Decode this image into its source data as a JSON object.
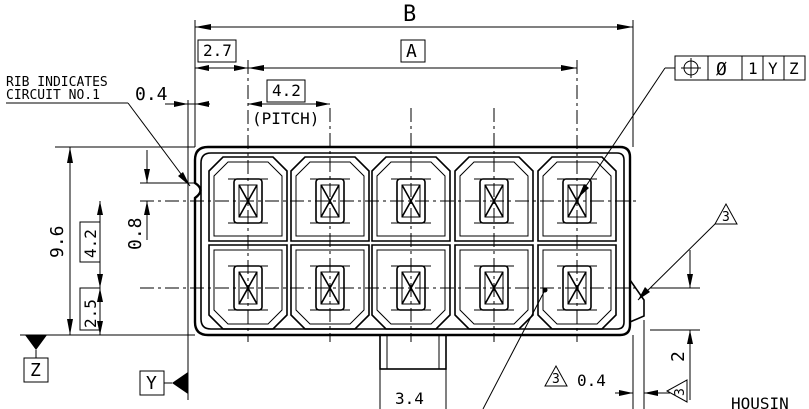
{
  "dimensions": {
    "overall_width": "B",
    "cavity_span": "A",
    "first_cavity_offset": "2.7",
    "pitch_value": "4.2",
    "pitch_label": "(PITCH)",
    "rib_offset": "0.4",
    "height": "9.6",
    "row_spacing": "4.2",
    "rib_height": "0.8",
    "bottom_offset": "2.5",
    "latch_width": "3.4",
    "side_offset": "0.4",
    "side_height": "2"
  },
  "notes": {
    "rib_line1": "RIB INDICATES",
    "rib_line2": "CIRCUIT NO.1",
    "partial_label": "HOUSIN"
  },
  "feature_control_frame": {
    "symbol": "⌖",
    "diameter": "Ø",
    "tolerance": "1",
    "datum1": "Y",
    "datum2": "Z"
  },
  "datums": {
    "z": "Z",
    "y": "Y"
  },
  "flags": {
    "rev_top": "3",
    "rev_bottom": "3",
    "rev_side": "3"
  }
}
